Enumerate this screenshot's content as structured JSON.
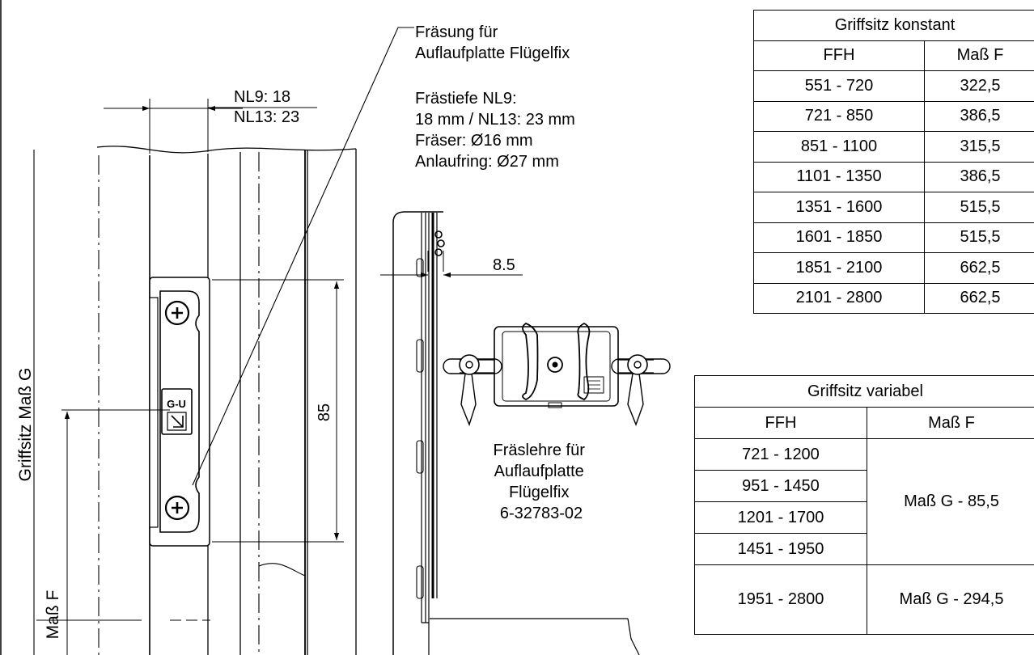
{
  "annotations": {
    "milling_title": [
      "Fräsung für",
      "Auflaufplatte Flügelfix"
    ],
    "milling_specs": [
      "Frästiefe NL9:",
      "18 mm / NL13: 23 mm",
      "Fräser: Ø16 mm",
      "Anlaufring:  Ø27 mm"
    ],
    "nl9": "NL9: 18",
    "nl13": "NL13: 23",
    "dim_85": "85",
    "dim_8_5": "8.5",
    "griffsitz_g": "Griffsitz Maß G",
    "mass_f": "Maß F",
    "jig_caption": [
      "Fräslehre für",
      "Auflaufplatte",
      "Flügelfix",
      "6-32783-02"
    ],
    "logo_text": "G-U"
  },
  "table_konstant": {
    "title": "Griffsitz konstant",
    "headers": [
      "FFH",
      "Maß F"
    ],
    "rows": [
      [
        "551 -  720",
        "322,5"
      ],
      [
        "721 -  850",
        "386,5"
      ],
      [
        "851 - 1100",
        "315,5"
      ],
      [
        "1101 - 1350",
        "386,5"
      ],
      [
        "1351 - 1600",
        "515,5"
      ],
      [
        "1601 - 1850",
        "515,5"
      ],
      [
        "1851 - 2100",
        "662,5"
      ],
      [
        "2101 - 2800",
        "662,5"
      ]
    ]
  },
  "table_variabel": {
    "title": "Griffsitz variabel",
    "headers": [
      "FFH",
      "Maß F"
    ],
    "ffh": [
      "721 - 1200",
      "951 - 1450",
      "1201 - 1700",
      "1451 - 1950"
    ],
    "ffh_merged_value": "Maß G - 85,5",
    "last_row": [
      "1951 - 2800",
      "Maß G - 294,5"
    ]
  }
}
